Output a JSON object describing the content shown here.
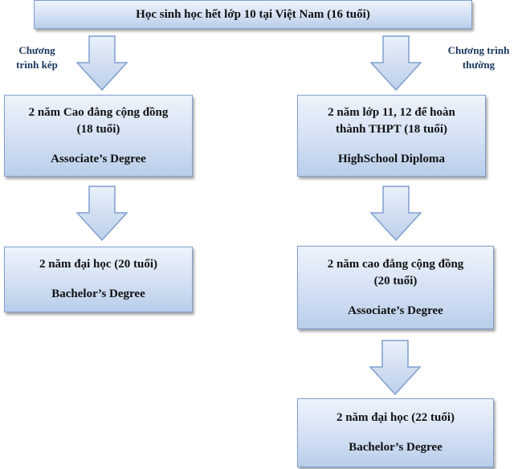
{
  "top": {
    "text": "Học sinh học hết lớp 10 tại Việt Nam (16 tuổi)"
  },
  "left_label": {
    "line1": "Chương",
    "line2": "trình kép"
  },
  "right_label": {
    "line1": "Chương trình",
    "line2": "thường"
  },
  "left": {
    "box1": {
      "line1": "2 năm Cao đẳng cộng đồng",
      "line2": "(18 tuổi)",
      "degree": "Associate’s Degree"
    },
    "box2": {
      "line1": "2 năm đại học (20 tuổi)",
      "degree": "Bachelor’s Degree"
    }
  },
  "right": {
    "box1": {
      "line1": "2 năm lớp 11, 12 để hoàn",
      "line2": "thành THPT (18 tuổi)",
      "degree": "HighSchool Diploma"
    },
    "box2": {
      "line1": "2 năm cao đẳng cộng đồng",
      "line2": "(20 tuổi)",
      "degree": "Associate’s Degree"
    },
    "box3": {
      "line1": "2 năm đại học (22 tuổi)",
      "degree": "Bachelor’s Degree"
    }
  }
}
